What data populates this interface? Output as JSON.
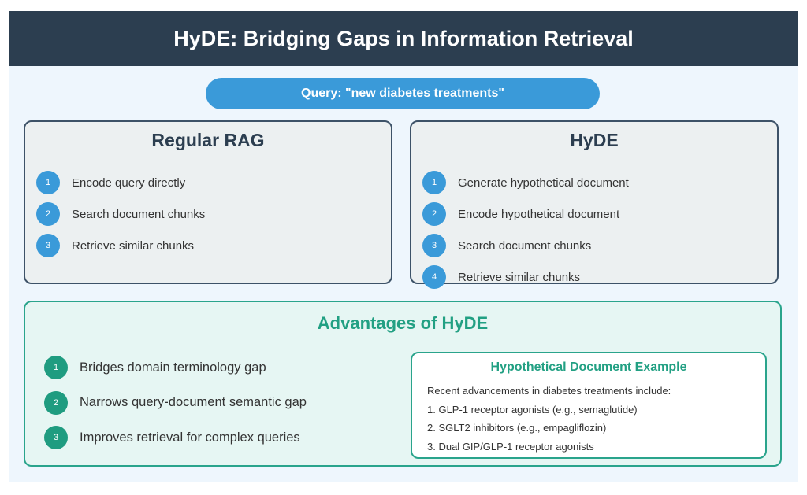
{
  "title": "HyDE: Bridging Gaps in Information Retrieval",
  "query": "Query: \"new diabetes treatments\"",
  "regular_rag": {
    "title": "Regular RAG",
    "steps": [
      {
        "num": "1",
        "text": "Encode query directly"
      },
      {
        "num": "2",
        "text": "Search document chunks"
      },
      {
        "num": "3",
        "text": "Retrieve similar chunks"
      }
    ]
  },
  "hyde": {
    "title": "HyDE",
    "steps": [
      {
        "num": "1",
        "text": "Generate hypothetical document"
      },
      {
        "num": "2",
        "text": "Encode hypothetical document"
      },
      {
        "num": "3",
        "text": "Search document chunks"
      },
      {
        "num": "4",
        "text": "Retrieve similar chunks"
      }
    ]
  },
  "advantages": {
    "title": "Advantages of HyDE",
    "items": [
      {
        "num": "1",
        "text": "Bridges domain terminology gap"
      },
      {
        "num": "2",
        "text": "Narrows query-document semantic gap"
      },
      {
        "num": "3",
        "text": "Improves retrieval for complex queries"
      }
    ]
  },
  "example": {
    "title": "Hypothetical Document Example",
    "lines": [
      "Recent advancements in diabetes treatments include:",
      "1. GLP-1 receptor agonists (e.g., semaglutide)",
      "2. SGLT2 inhibitors (e.g., empagliflozin)",
      "3. Dual GIP/GLP-1 receptor agonists"
    ]
  },
  "colors": {
    "header_bg": "#2c3e50",
    "accent_blue": "#3a9ad9",
    "accent_green": "#22a083",
    "page_bg": "#eef6fd"
  }
}
